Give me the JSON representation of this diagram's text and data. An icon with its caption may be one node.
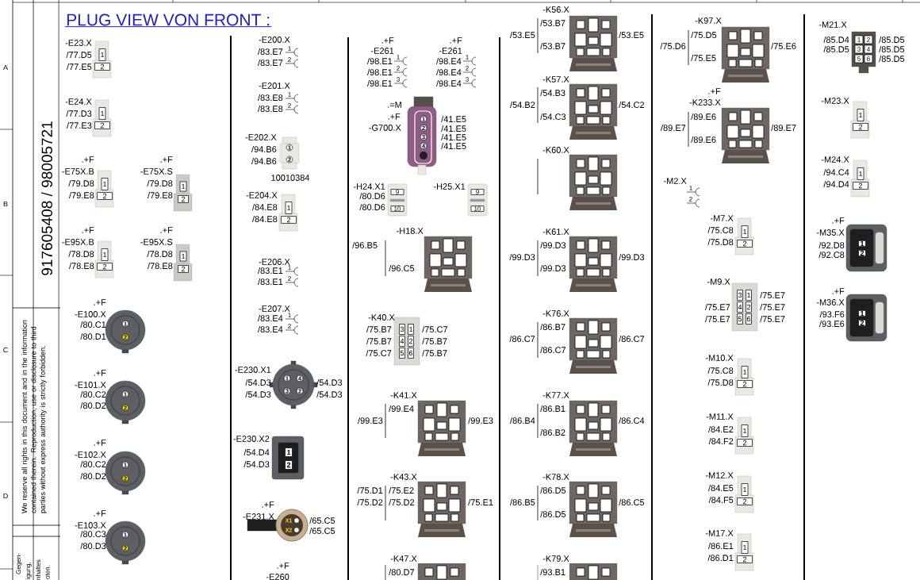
{
  "diagram": {
    "title": "PLUG VIEW VON FRONT :",
    "nodes": [
      {
        "text": [
          "1",
          "2"
        ],
        "beside": [
          "-E23.X",
          "/77.D5",
          "/77.E5"
        ]
      },
      {
        "text": [
          "1",
          "2"
        ],
        "beside": [
          "-E24.X",
          "/77.D3",
          "/77.E3"
        ]
      },
      {
        "text": [
          "1",
          "2"
        ],
        "beside": [
          ".+F",
          "-E75X.B",
          "/79.D8",
          "/79.E8"
        ]
      },
      {
        "text": [
          "1",
          "2"
        ],
        "beside": [
          ".+F",
          "-E75X.S",
          "/79.D8",
          "/79.E8"
        ]
      },
      {
        "text": [
          "1",
          "2"
        ],
        "beside": [
          ".+F",
          "-E95X.B",
          "/78.D8",
          "/78.E8"
        ]
      },
      {
        "text": [
          "1",
          "2"
        ],
        "beside": [
          ".+F",
          "-E95X.S",
          "/78.D8",
          "/78.E8"
        ]
      },
      {
        "text": [
          "1",
          "2"
        ],
        "beside": [
          ".+F",
          "-E100.X",
          "/80.C1",
          "/80.D1"
        ]
      },
      {
        "text": [
          "1",
          "2"
        ],
        "beside": [
          ".+F",
          "-E101.X",
          "/80.C2",
          "/80.D2"
        ]
      },
      {
        "text": [
          "1",
          "2"
        ],
        "beside": [
          ".+F",
          "-E102.X",
          "/80.C2",
          "/80.D2"
        ]
      },
      {
        "text": [
          "1",
          "2"
        ],
        "beside": [
          ".+F",
          "-E103.X",
          "/80.C3",
          "/80.D3"
        ]
      },
      {
        "text": [
          "1",
          "2"
        ],
        "beside": [
          "-E200.X",
          "/83.E7",
          "/83.E7"
        ]
      },
      {
        "text": [
          "1",
          "2"
        ],
        "beside": [
          "-E201.X",
          "/83.E8",
          "/83.E8"
        ]
      },
      {
        "text": [
          "1",
          "2"
        ],
        "beside": [
          "-E202.X",
          "/94.B6",
          "/94.B6",
          "10010384"
        ]
      },
      {
        "text": [
          "1",
          "2"
        ],
        "beside": [
          "-E204.X",
          "/84.E8",
          "/84.E8"
        ]
      },
      {
        "text": [
          "1",
          "2"
        ],
        "beside": [
          "-E206.X",
          "/83.E1",
          "/83.E1"
        ]
      },
      {
        "text": [
          "1",
          "2"
        ],
        "beside": [
          "-E207.X",
          "/83.E4",
          "/83.E4"
        ]
      },
      {
        "text": [
          "1",
          "4",
          "3",
          "2"
        ],
        "beside": [
          "-E230.X1",
          "/54.D3",
          "/54.D3",
          "/54.D3",
          "/54.D3"
        ]
      },
      {
        "text": [
          "1",
          "2"
        ],
        "beside": [
          "-E230.X2",
          "/54.D4",
          "/54.D3"
        ]
      },
      {
        "text": [
          "X1",
          "X2"
        ],
        "beside": [
          ".+F",
          "-E231.X",
          "/65.C5",
          "/65.C5"
        ]
      },
      {
        "text": [
          "1",
          "2",
          "3"
        ],
        "beside": [
          ".+F",
          "-E261",
          "/98.E1",
          "/98.E1",
          "/98.E1"
        ]
      },
      {
        "text": [
          "1",
          "2",
          "3"
        ],
        "beside": [
          ".+F",
          "-E261",
          "/98.E4",
          "/98.E4",
          "/98.E4"
        ]
      },
      {
        "text": [
          "1",
          "2",
          "3",
          "4"
        ],
        "beside": [
          ".=M",
          ".+F",
          "-G700.X",
          "/41.E5",
          "/41.E5",
          "/41.E5",
          "/41.E5"
        ]
      },
      {
        "text": [
          "9",
          "10"
        ],
        "beside": [
          "-H24.X1",
          "/80.D6",
          "/80.D6"
        ]
      },
      {
        "text": [
          "9",
          "10"
        ],
        "beside": [
          "-H25.X1"
        ]
      },
      {
        "text": [],
        "shape": "picture",
        "beside": [
          "-H18.X",
          "/96.B5",
          "/96.C5"
        ]
      },
      {
        "text": [
          "3",
          "1",
          "4",
          "2",
          "5",
          "6"
        ],
        "beside": [
          "-K40.X",
          "/75.B7",
          "/75.C7",
          "/75.B7",
          "/75.B7",
          "/75.C7",
          "/75.B7"
        ]
      },
      {
        "text": [],
        "shape": "picture",
        "beside": [
          "-K41.X",
          "/99.E4",
          "/99.E3",
          "/99.E3"
        ]
      },
      {
        "text": [],
        "shape": "picture",
        "beside": [
          "-K43.X",
          "/75.D1",
          "/75.E2",
          "/75.D2",
          "/75.D2",
          "/75.E1"
        ]
      },
      {
        "text": [],
        "shape": "picture",
        "beside": [
          "-K47.X",
          "/80.D7"
        ]
      },
      {
        "text": [],
        "shape": "picture",
        "beside": [
          "-K56.X",
          "/53.B7",
          "/53.E5",
          "/53.E5",
          "/53.B7"
        ]
      },
      {
        "text": [],
        "shape": "picture",
        "beside": [
          "-K57.X",
          "/54.B3",
          "/54.B2",
          "/54.C2",
          "/54.C3"
        ]
      },
      {
        "text": [],
        "shape": "picture",
        "beside": [
          "-K60.X"
        ]
      },
      {
        "text": [],
        "shape": "picture",
        "beside": [
          "-K61.X",
          "/99.D3",
          "/99.D3",
          "/99.D3",
          "/99.D3"
        ]
      },
      {
        "text": [],
        "shape": "picture",
        "beside": [
          "-K76.X",
          "/86.B7",
          "/86.C7",
          "/86.C7",
          "/86.C7"
        ]
      },
      {
        "text": [],
        "shape": "picture",
        "beside": [
          "-K77.X",
          "/86.B1",
          "/86.B4",
          "/86.C4",
          "/86.B2"
        ]
      },
      {
        "text": [],
        "shape": "picture",
        "beside": [
          "-K78.X",
          "/86.D5",
          "/86.B5",
          "/86.C5",
          "/86.D5"
        ]
      },
      {
        "text": [],
        "shape": "picture",
        "beside": [
          "-K79.X",
          "/93.B1"
        ]
      },
      {
        "text": [],
        "shape": "picture",
        "beside": [
          "-K97.X",
          "/75.D5",
          "/75.D6",
          "/75.E6",
          "/75.E5"
        ]
      },
      {
        "text": [],
        "shape": "picture",
        "beside": [
          ".+F",
          "-K233.X",
          "/89.E6",
          "/89.E7",
          "/89.E7",
          "/89.E6"
        ]
      },
      {
        "text": [
          "1",
          "2"
        ],
        "beside": [
          "-M2.X"
        ]
      },
      {
        "text": [
          "1",
          "2"
        ],
        "beside": [
          "-M7.X",
          "/75.C8",
          "/75.D8"
        ]
      },
      {
        "text": [
          "3",
          "1",
          "4",
          "2",
          "5",
          "6"
        ],
        "beside": [
          "-M9.X",
          "/75.E7",
          "/75.E7",
          "/75.E7",
          "/75.E7",
          "/75.E7"
        ]
      },
      {
        "text": [
          "1",
          "2"
        ],
        "beside": [
          "-M10.X",
          "/75.C8",
          "/75.D8"
        ]
      },
      {
        "text": [
          "1",
          "2"
        ],
        "beside": [
          "-M11.X",
          "/84.E2",
          "/84.F2"
        ]
      },
      {
        "text": [
          "1",
          "2"
        ],
        "beside": [
          "-M12.X",
          "/84.E5",
          "/84.F5"
        ]
      },
      {
        "text": [
          "1",
          "2"
        ],
        "beside": [
          "-M17.X",
          "/86.E1",
          "/86.D1"
        ]
      },
      {
        "text": [
          "1",
          "2",
          "3",
          "4",
          "5",
          "6"
        ],
        "beside": [
          "-M21.X",
          "/85.D4",
          "/85.D5",
          "/85.D5",
          "/85.D5",
          "/85.D5"
        ]
      },
      {
        "text": [
          "1",
          "2"
        ],
        "beside": [
          "-M23.X"
        ]
      },
      {
        "text": [
          "1",
          "2"
        ],
        "beside": [
          "-M24.X",
          "/94.C4",
          "/94.D4"
        ]
      },
      {
        "text": [
          "1",
          "2"
        ],
        "beside": [
          ".+F",
          "-M35.X",
          "/92.D8",
          "/92.C8"
        ]
      },
      {
        "text": [
          "1",
          "2"
        ],
        "beside": [
          ".+F",
          "-M36.X",
          "/93.F6",
          "/93.E6"
        ]
      }
    ],
    "labels": [
      "A",
      "B",
      "C",
      "D",
      "917605408 / 98005721",
      "We reserve all rights in this document and in the information contained therein. Reproduction, use or disclosure to third parties without express authority is strictly forbidden.",
      "Gegen-",
      "igung,",
      "nhaltes",
      "oten.",
      ".+F",
      "-E260"
    ]
  }
}
